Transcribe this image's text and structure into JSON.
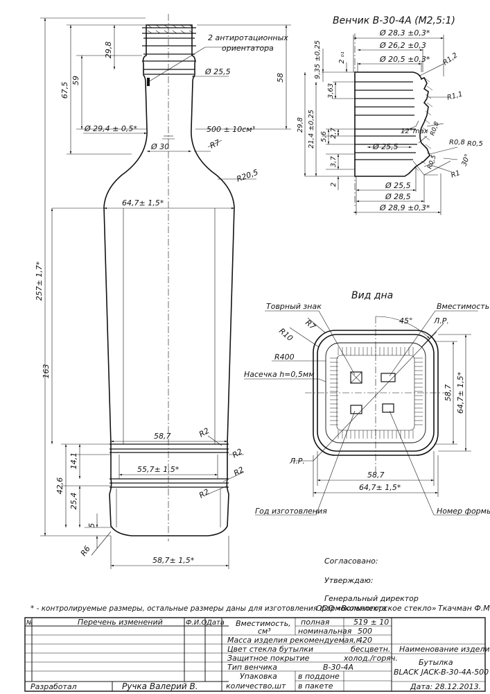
{
  "title": {
    "neck": "Венчик В-30-4А (M2,5:1)",
    "bottom": "Вид дна"
  },
  "bottle_dims": {
    "total_height": "257± 1,7*",
    "h_67_5": "67,5",
    "h_59": "59",
    "h_29_8": "29,8",
    "h_58": "58",
    "h_163": "163",
    "h_42_6": "42,6",
    "h_14_1": "14,1",
    "h_25_4": "25,4",
    "h_5": "5",
    "d_29_4": "Ø 29,4 ± 0,5*",
    "d_30": "Ø 30",
    "d_25_5": "Ø 25,5",
    "d_64_7": "64,7± 1,5*",
    "d_58_7_top": "58,7",
    "d_55_7": "55,7± 1,5*",
    "d_58_7_bot": "58,7± 1,5*",
    "volume": "500 ± 10см³",
    "orient_note_1": "2 антиротационных",
    "orient_note_2": "ориентатора",
    "r7": "R7",
    "r20_5": "R20,5",
    "r2_a": "R2",
    "r2_b": "R2",
    "r2_c": "R2",
    "r2_d": "R2",
    "r6": "R6"
  },
  "neck_dims": {
    "d_28_3": "Ø 28,3 ±0,3*",
    "d_26_2": "Ø 26,2 ±0,3",
    "d_20_5": "Ø 20,5 ±0,3*",
    "d_25_5_in": "Ø 25,5",
    "d_25_5": "Ø 25,5",
    "d_28_5": "Ø 28,5",
    "d_28_9": "Ø 28,9 ±0,3*",
    "h_9_35": "9,35 ±0,25",
    "h_2_01": "2 ₀₁",
    "h_3_63": "3,63",
    "h_29_8": "29,8",
    "h_21_4": "21,4 ±0,25",
    "h_5_6": "5,6",
    "h_2_7": "2,7",
    "h_3_7": "3,7",
    "h_2": "2",
    "r1_2": "R1,2",
    "r1_1": "R1,1",
    "r0_8a": "R0,8",
    "r0_8b": "R0,8",
    "r0_5": "R0,5",
    "r0_5b": "R0,5",
    "r1": "R1",
    "angle_12": "12°max",
    "angle_30": "30°"
  },
  "bottom_view": {
    "trademark": "Товрный знак",
    "capacity": "Вместимость",
    "lr_top": "Л.Р.",
    "lr_left": "Л.Р.",
    "angle_45": "45°",
    "r10": "R10",
    "r7": "R7",
    "r400": "R400",
    "notch": "Насечка h=0,5мм",
    "dim_58_7_v": "58,7",
    "dim_64_7_v": "64,7± 1,5*",
    "dim_58_7_h": "58,7",
    "dim_64_7_h": "64,7± 1,5*",
    "year": "Год изготовления",
    "mold": "Номер формы"
  },
  "approvals": {
    "agreed": "Согласовано:",
    "approved": "Утверждаю:",
    "director": "Генеральный директор",
    "company": "ООО «Вольногорское стекло»",
    "director_name": "Ткачман Ф.М."
  },
  "footnote": "* - контролируемые размеры, остальные размеры даны для изготовления формокомплекта",
  "stamp": {
    "col_num": "№",
    "col_changes": "Перечень изменений",
    "col_fio": "Ф.И.О.",
    "col_date": "Дата",
    "capacity_label": "Вместимость,",
    "capacity_unit": "см³",
    "full": "полная",
    "full_val": "519 ± 10",
    "nominal": "номинальная",
    "nominal_val": "500",
    "mass": "Масса изделия рекомендуемая,г.",
    "mass_val": "420",
    "color": "Цвет стекла бутылки",
    "color_val": "бесцветн.",
    "coating": "Защитное покрытие",
    "coating_val": "холод./горяч.",
    "neck_type": "Тип венчика",
    "neck_type_val": "В-30-4А",
    "pack1": "Упаковка",
    "pack2": "количество,шт",
    "pallet": "в поддоне",
    "package": "в пакете",
    "product_label": "Наименование изделия",
    "product_1": "Бутылка",
    "product_2": "BLACK JACK-В-30-4А-500",
    "developed": "Разработал",
    "developer": "Ручка Валерий В.",
    "date": "Дата: 28.12.2013."
  }
}
